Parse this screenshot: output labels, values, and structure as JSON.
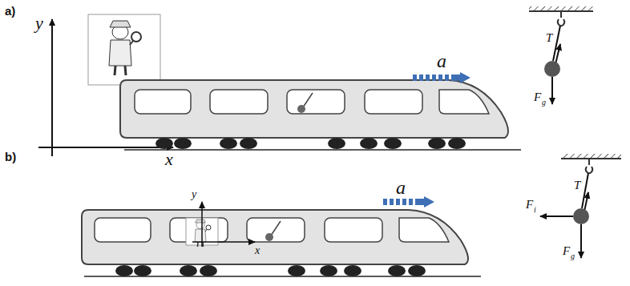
{
  "diagram": {
    "labels": [
      "a)",
      "y",
      "x",
      "a",
      "T",
      "F",
      "g",
      "b)",
      "y",
      "x",
      "a",
      "F",
      "i",
      "T",
      "F",
      "g"
    ]
  }
}
